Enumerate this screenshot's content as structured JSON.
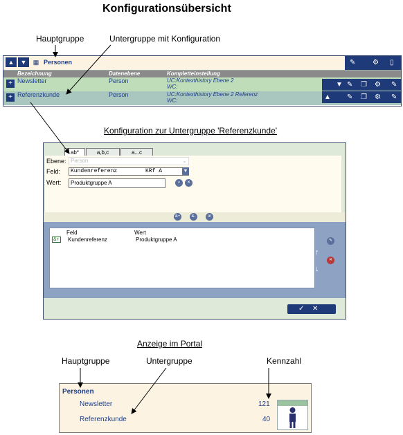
{
  "title": "Konfigurationsübersicht",
  "annotations": {
    "hauptgruppe_top": "Hauptgruppe",
    "untergruppe_mit_konfiguration": "Untergruppe mit Konfiguration",
    "konfiguration_heading": "Konfiguration zur Untergruppe 'Referenzkunde'",
    "anzeige_heading": "Anzeige im Portal",
    "hauptgruppe_bottom": "Hauptgruppe",
    "untergruppe_bottom": "Untergruppe",
    "kennzahl": "Kennzahl"
  },
  "group_table": {
    "title": "Personen",
    "columns": [
      "Bezeichnung",
      "Datenebene",
      "Kompletteinstellung"
    ],
    "rows": [
      {
        "name": "Newsletter",
        "level": "Person",
        "uc": "UC:Kontexthistory Ebene 2",
        "wc": "WC:"
      },
      {
        "name": "Referenzkunde",
        "level": "Person",
        "uc": "UC:Kontexthistory Ebene 2 Referenz",
        "wc": "WC:"
      }
    ],
    "row_colors": [
      "#bfddb9",
      "#a9c7bf"
    ]
  },
  "config_dialog": {
    "tabs": [
      "ab*",
      "a,b,c",
      "a...c"
    ],
    "ebene_label": "Ebene:",
    "ebene_value": "Person",
    "feld_label": "Feld:",
    "feld_value": "Kundenreferenz",
    "feld_code": "KRf  A",
    "wert_label": "Wert:",
    "wert_value": "Produktgruppe A",
    "ops": [
      "&+",
      "&-",
      "or"
    ],
    "list_headers": [
      "Feld",
      "Wert"
    ],
    "list_rows": [
      {
        "op": "&+",
        "feld": "Kundenreferenz",
        "wert": "Produktgruppe A"
      }
    ]
  },
  "portal": {
    "title": "Personen",
    "items": [
      {
        "name": "Newsletter",
        "count": "121"
      },
      {
        "name": "Referenzkunde",
        "count": "40"
      }
    ]
  },
  "colors": {
    "accent": "#1f3a78",
    "text_blue": "#1c3d8a",
    "header_bg": "#fdf3e2"
  }
}
